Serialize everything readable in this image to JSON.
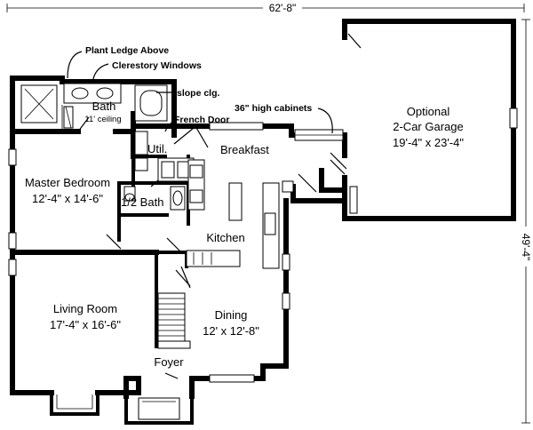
{
  "dimensions": {
    "width": "62'-8\"",
    "depth": "49'-4\""
  },
  "notes": {
    "plant_ledge": "Plant Ledge Above",
    "clerestory": "Clerestory Windows",
    "slope_clg": "slope clg.",
    "french_door": "French Door",
    "cabinets": "36\" high cabinets"
  },
  "rooms": {
    "bath": {
      "name": "Bath",
      "detail": "11' ceiling"
    },
    "util": {
      "name": "Util."
    },
    "breakfast": {
      "name": "Breakfast"
    },
    "garage": {
      "line1": "Optional",
      "line2": "2-Car Garage",
      "size": "19'-4\" x 23'-4\""
    },
    "master": {
      "name": "Master Bedroom",
      "size": "12'-4\" x 14'-6\""
    },
    "half_bath": {
      "name": "1/2 Bath"
    },
    "kitchen": {
      "name": "Kitchen"
    },
    "living": {
      "name": "Living Room",
      "size": "17'-4\" x 16'-6\""
    },
    "dining": {
      "name": "Dining",
      "size": "12' x 12'-8\""
    },
    "foyer": {
      "name": "Foyer"
    }
  }
}
